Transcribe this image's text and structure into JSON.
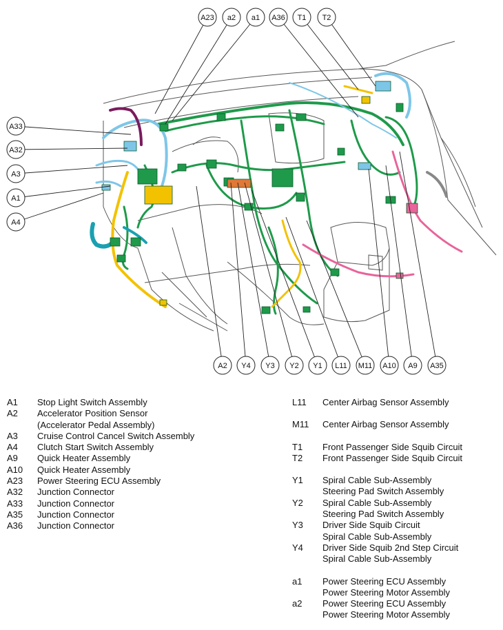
{
  "diagram": {
    "callouts_top": [
      "A23",
      "a2",
      "a1",
      "A36",
      "T1",
      "T2"
    ],
    "callouts_left": [
      "A33",
      "A32",
      "A3",
      "A1",
      "A4"
    ],
    "callouts_bottom": [
      "A2",
      "Y4",
      "Y3",
      "Y2",
      "Y1",
      "L11",
      "M11",
      "A10",
      "A9",
      "A35"
    ],
    "colors": {
      "harness_green": "#1e9a4a",
      "harness_blue": "#7ec6e8",
      "harness_yellow": "#f2c200",
      "harness_purple": "#7a1b5e",
      "harness_pink": "#e8649a",
      "harness_teal": "#1aa0b0",
      "harness_orange": "#e07838",
      "outline": "#555555"
    }
  },
  "legend_left": [
    {
      "code": "A1",
      "lines": [
        "Stop Light Switch Assembly"
      ]
    },
    {
      "code": "A2",
      "lines": [
        "Accelerator Position Sensor",
        "(Accelerator Pedal Assembly)"
      ]
    },
    {
      "code": "A3",
      "lines": [
        "Cruise Control Cancel Switch Assembly"
      ]
    },
    {
      "code": "A4",
      "lines": [
        "Clutch Start Switch Assembly"
      ]
    },
    {
      "code": "A9",
      "lines": [
        "Quick Heater Assembly"
      ]
    },
    {
      "code": "A10",
      "lines": [
        "Quick Heater Assembly"
      ]
    },
    {
      "code": "A23",
      "lines": [
        "Power Steering ECU Assembly"
      ]
    },
    {
      "code": "A32",
      "lines": [
        "Junction Connector"
      ]
    },
    {
      "code": "A33",
      "lines": [
        "Junction Connector"
      ]
    },
    {
      "code": "A35",
      "lines": [
        "Junction Connector"
      ]
    },
    {
      "code": "A36",
      "lines": [
        "Junction Connector"
      ]
    }
  ],
  "legend_right": [
    {
      "code": "L11",
      "lines": [
        "Center Airbag Sensor Assembly"
      ]
    },
    {
      "gap": true
    },
    {
      "code": "M11",
      "lines": [
        "Center Airbag Sensor Assembly"
      ]
    },
    {
      "gap": true
    },
    {
      "code": "T1",
      "lines": [
        "Front Passenger Side Squib Circuit"
      ]
    },
    {
      "code": "T2",
      "lines": [
        "Front Passenger Side Squib Circuit"
      ]
    },
    {
      "gap": true
    },
    {
      "code": "Y1",
      "lines": [
        "Spiral Cable Sub-Assembly",
        "Steering Pad Switch Assembly"
      ]
    },
    {
      "code": "Y2",
      "lines": [
        "Spiral Cable Sub-Assembly",
        "Steering Pad Switch Assembly"
      ]
    },
    {
      "code": "Y3",
      "lines": [
        "Driver Side Squib Circuit",
        "Spiral Cable Sub-Assembly"
      ]
    },
    {
      "code": "Y4",
      "lines": [
        "Driver Side Squib 2nd Step Circuit",
        "Spiral Cable Sub-Assembly"
      ]
    },
    {
      "gap": true
    },
    {
      "code": "a1",
      "lines": [
        "Power Steering ECU Assembly",
        "Power Steering Motor Assembly"
      ]
    },
    {
      "code": "a2",
      "lines": [
        "Power Steering ECU Assembly",
        "Power Steering Motor Assembly"
      ]
    }
  ]
}
